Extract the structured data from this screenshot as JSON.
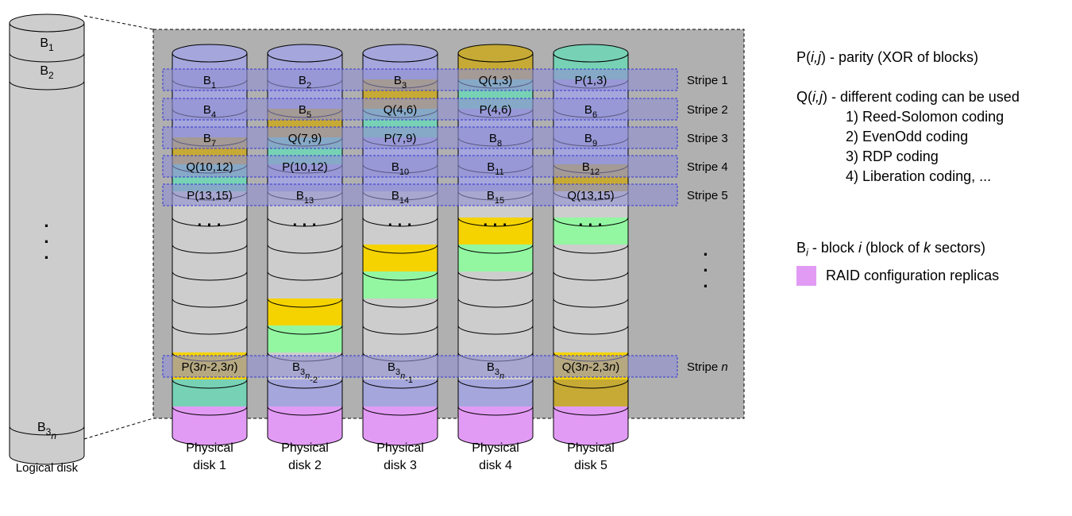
{
  "logical_disk": {
    "label": "Logical disk",
    "blocks": [
      {
        "base": "B",
        "sub": "1"
      },
      {
        "base": "B",
        "sub": "2"
      }
    ],
    "last_block": {
      "base": "B",
      "sub": "3",
      "sub_italic": "n"
    },
    "ellipsis": "·"
  },
  "colors": {
    "data": "#a5a6dc",
    "p": "#77d2b5",
    "q": "#c6aa35",
    "yellow": "#f5d300",
    "green": "#93f7a2",
    "gray": "#cdcdcd",
    "replica": "#e29bf5",
    "panel": "#b0b0b0",
    "stripe": "#8f8fd2",
    "stripe_border": "#3434d0"
  },
  "stripes": [
    {
      "label": "Stripe 1"
    },
    {
      "label": "Stripe 2"
    },
    {
      "label": "Stripe 3"
    },
    {
      "label": "Stripe 4"
    },
    {
      "label": "Stripe 5"
    },
    {
      "label": "Stripe ",
      "italic": "n"
    }
  ],
  "ellipsis_row": "· · ·",
  "disks": [
    {
      "label": [
        "Physical",
        "disk 1"
      ],
      "top": [
        {
          "kind": "data",
          "parts": [
            [
              "B"
            ],
            [
              "1",
              "sub"
            ]
          ]
        },
        {
          "kind": "data",
          "parts": [
            [
              "B"
            ],
            [
              "4",
              "sub"
            ]
          ]
        },
        {
          "kind": "data",
          "parts": [
            [
              "B"
            ],
            [
              "7",
              "sub"
            ]
          ]
        },
        {
          "kind": "q",
          "parts": [
            [
              "Q(10,12)"
            ]
          ]
        },
        {
          "kind": "p",
          "parts": [
            [
              "P(13,15)"
            ]
          ]
        }
      ],
      "filler": [
        "gray",
        "gray",
        "gray",
        "gray",
        "gray",
        "yellow"
      ],
      "last": {
        "kind": "p",
        "parts": [
          [
            "P(3"
          ],
          [
            "n",
            "it"
          ],
          [
            "-2,3"
          ],
          [
            "n",
            "it"
          ],
          [
            ")"
          ]
        ]
      }
    },
    {
      "label": [
        "Physical",
        "disk 2"
      ],
      "top": [
        {
          "kind": "data",
          "parts": [
            [
              "B"
            ],
            [
              "2",
              "sub"
            ]
          ]
        },
        {
          "kind": "data",
          "parts": [
            [
              "B"
            ],
            [
              "5",
              "sub"
            ]
          ]
        },
        {
          "kind": "q",
          "parts": [
            [
              "Q(7,9)"
            ]
          ]
        },
        {
          "kind": "p",
          "parts": [
            [
              "P(10,12)"
            ]
          ]
        },
        {
          "kind": "data",
          "parts": [
            [
              "B"
            ],
            [
              "13",
              "sub"
            ]
          ]
        }
      ],
      "filler": [
        "gray",
        "gray",
        "gray",
        "yellow",
        "green",
        "gray"
      ],
      "last": {
        "kind": "data",
        "parts": [
          [
            "B"
          ],
          [
            "3",
            "sub"
          ],
          [
            "n",
            "subit"
          ],
          [
            "-2",
            "sub"
          ]
        ]
      }
    },
    {
      "label": [
        "Physical",
        "disk 3"
      ],
      "top": [
        {
          "kind": "data",
          "parts": [
            [
              "B"
            ],
            [
              "3",
              "sub"
            ]
          ]
        },
        {
          "kind": "q",
          "parts": [
            [
              "Q(4,6)"
            ]
          ]
        },
        {
          "kind": "p",
          "parts": [
            [
              "P(7,9)"
            ]
          ]
        },
        {
          "kind": "data",
          "parts": [
            [
              "B"
            ],
            [
              "10",
              "sub"
            ]
          ]
        },
        {
          "kind": "data",
          "parts": [
            [
              "B"
            ],
            [
              "14",
              "sub"
            ]
          ]
        }
      ],
      "filler": [
        "gray",
        "yellow",
        "green",
        "gray",
        "gray",
        "gray"
      ],
      "last": {
        "kind": "data",
        "parts": [
          [
            "B"
          ],
          [
            "3",
            "sub"
          ],
          [
            "n",
            "subit"
          ],
          [
            "-1",
            "sub"
          ]
        ]
      }
    },
    {
      "label": [
        "Physical",
        "disk 4"
      ],
      "top": [
        {
          "kind": "q",
          "parts": [
            [
              "Q(1,3)"
            ]
          ]
        },
        {
          "kind": "p",
          "parts": [
            [
              "P(4,6)"
            ]
          ]
        },
        {
          "kind": "data",
          "parts": [
            [
              "B"
            ],
            [
              "8",
              "sub"
            ]
          ]
        },
        {
          "kind": "data",
          "parts": [
            [
              "B"
            ],
            [
              "11",
              "sub"
            ]
          ]
        },
        {
          "kind": "data",
          "parts": [
            [
              "B"
            ],
            [
              "15",
              "sub"
            ]
          ]
        }
      ],
      "filler": [
        "yellow",
        "green",
        "gray",
        "gray",
        "gray",
        "gray"
      ],
      "last": {
        "kind": "data",
        "parts": [
          [
            "B"
          ],
          [
            "3",
            "sub"
          ],
          [
            "n",
            "subit"
          ]
        ]
      }
    },
    {
      "label": [
        "Physical",
        "disk 5"
      ],
      "top": [
        {
          "kind": "p",
          "parts": [
            [
              "P(1,3)"
            ]
          ]
        },
        {
          "kind": "data",
          "parts": [
            [
              "B"
            ],
            [
              "6",
              "sub"
            ]
          ]
        },
        {
          "kind": "data",
          "parts": [
            [
              "B"
            ],
            [
              "9",
              "sub"
            ]
          ]
        },
        {
          "kind": "data",
          "parts": [
            [
              "B"
            ],
            [
              "12",
              "sub"
            ]
          ]
        },
        {
          "kind": "q",
          "parts": [
            [
              "Q(13,15)"
            ]
          ]
        }
      ],
      "filler": [
        "green",
        "gray",
        "gray",
        "gray",
        "gray",
        "yellow"
      ],
      "last": {
        "kind": "q",
        "parts": [
          [
            "Q(3"
          ],
          [
            "n",
            "it"
          ],
          [
            "-2,3"
          ],
          [
            "n",
            "it"
          ],
          [
            ")"
          ]
        ]
      }
    }
  ],
  "legend": {
    "p_prefix": "P(",
    "p_args": "i,j",
    "p_suffix": ") - parity (XOR of blocks)",
    "q_prefix": "Q(",
    "q_args": "i,j",
    "q_suffix": ") - different coding can be used",
    "codings": [
      "1) Reed-Solomon coding",
      "2) EvenOdd coding",
      "3) RDP coding",
      "4) Liberation coding, ..."
    ],
    "b_base": "B",
    "b_sub": "i",
    "b_mid1": " - block ",
    "b_i": "i",
    "b_mid2": " (block of ",
    "b_k": "k",
    "b_end": " sectors)",
    "replicas": "RAID configuration replicas"
  }
}
